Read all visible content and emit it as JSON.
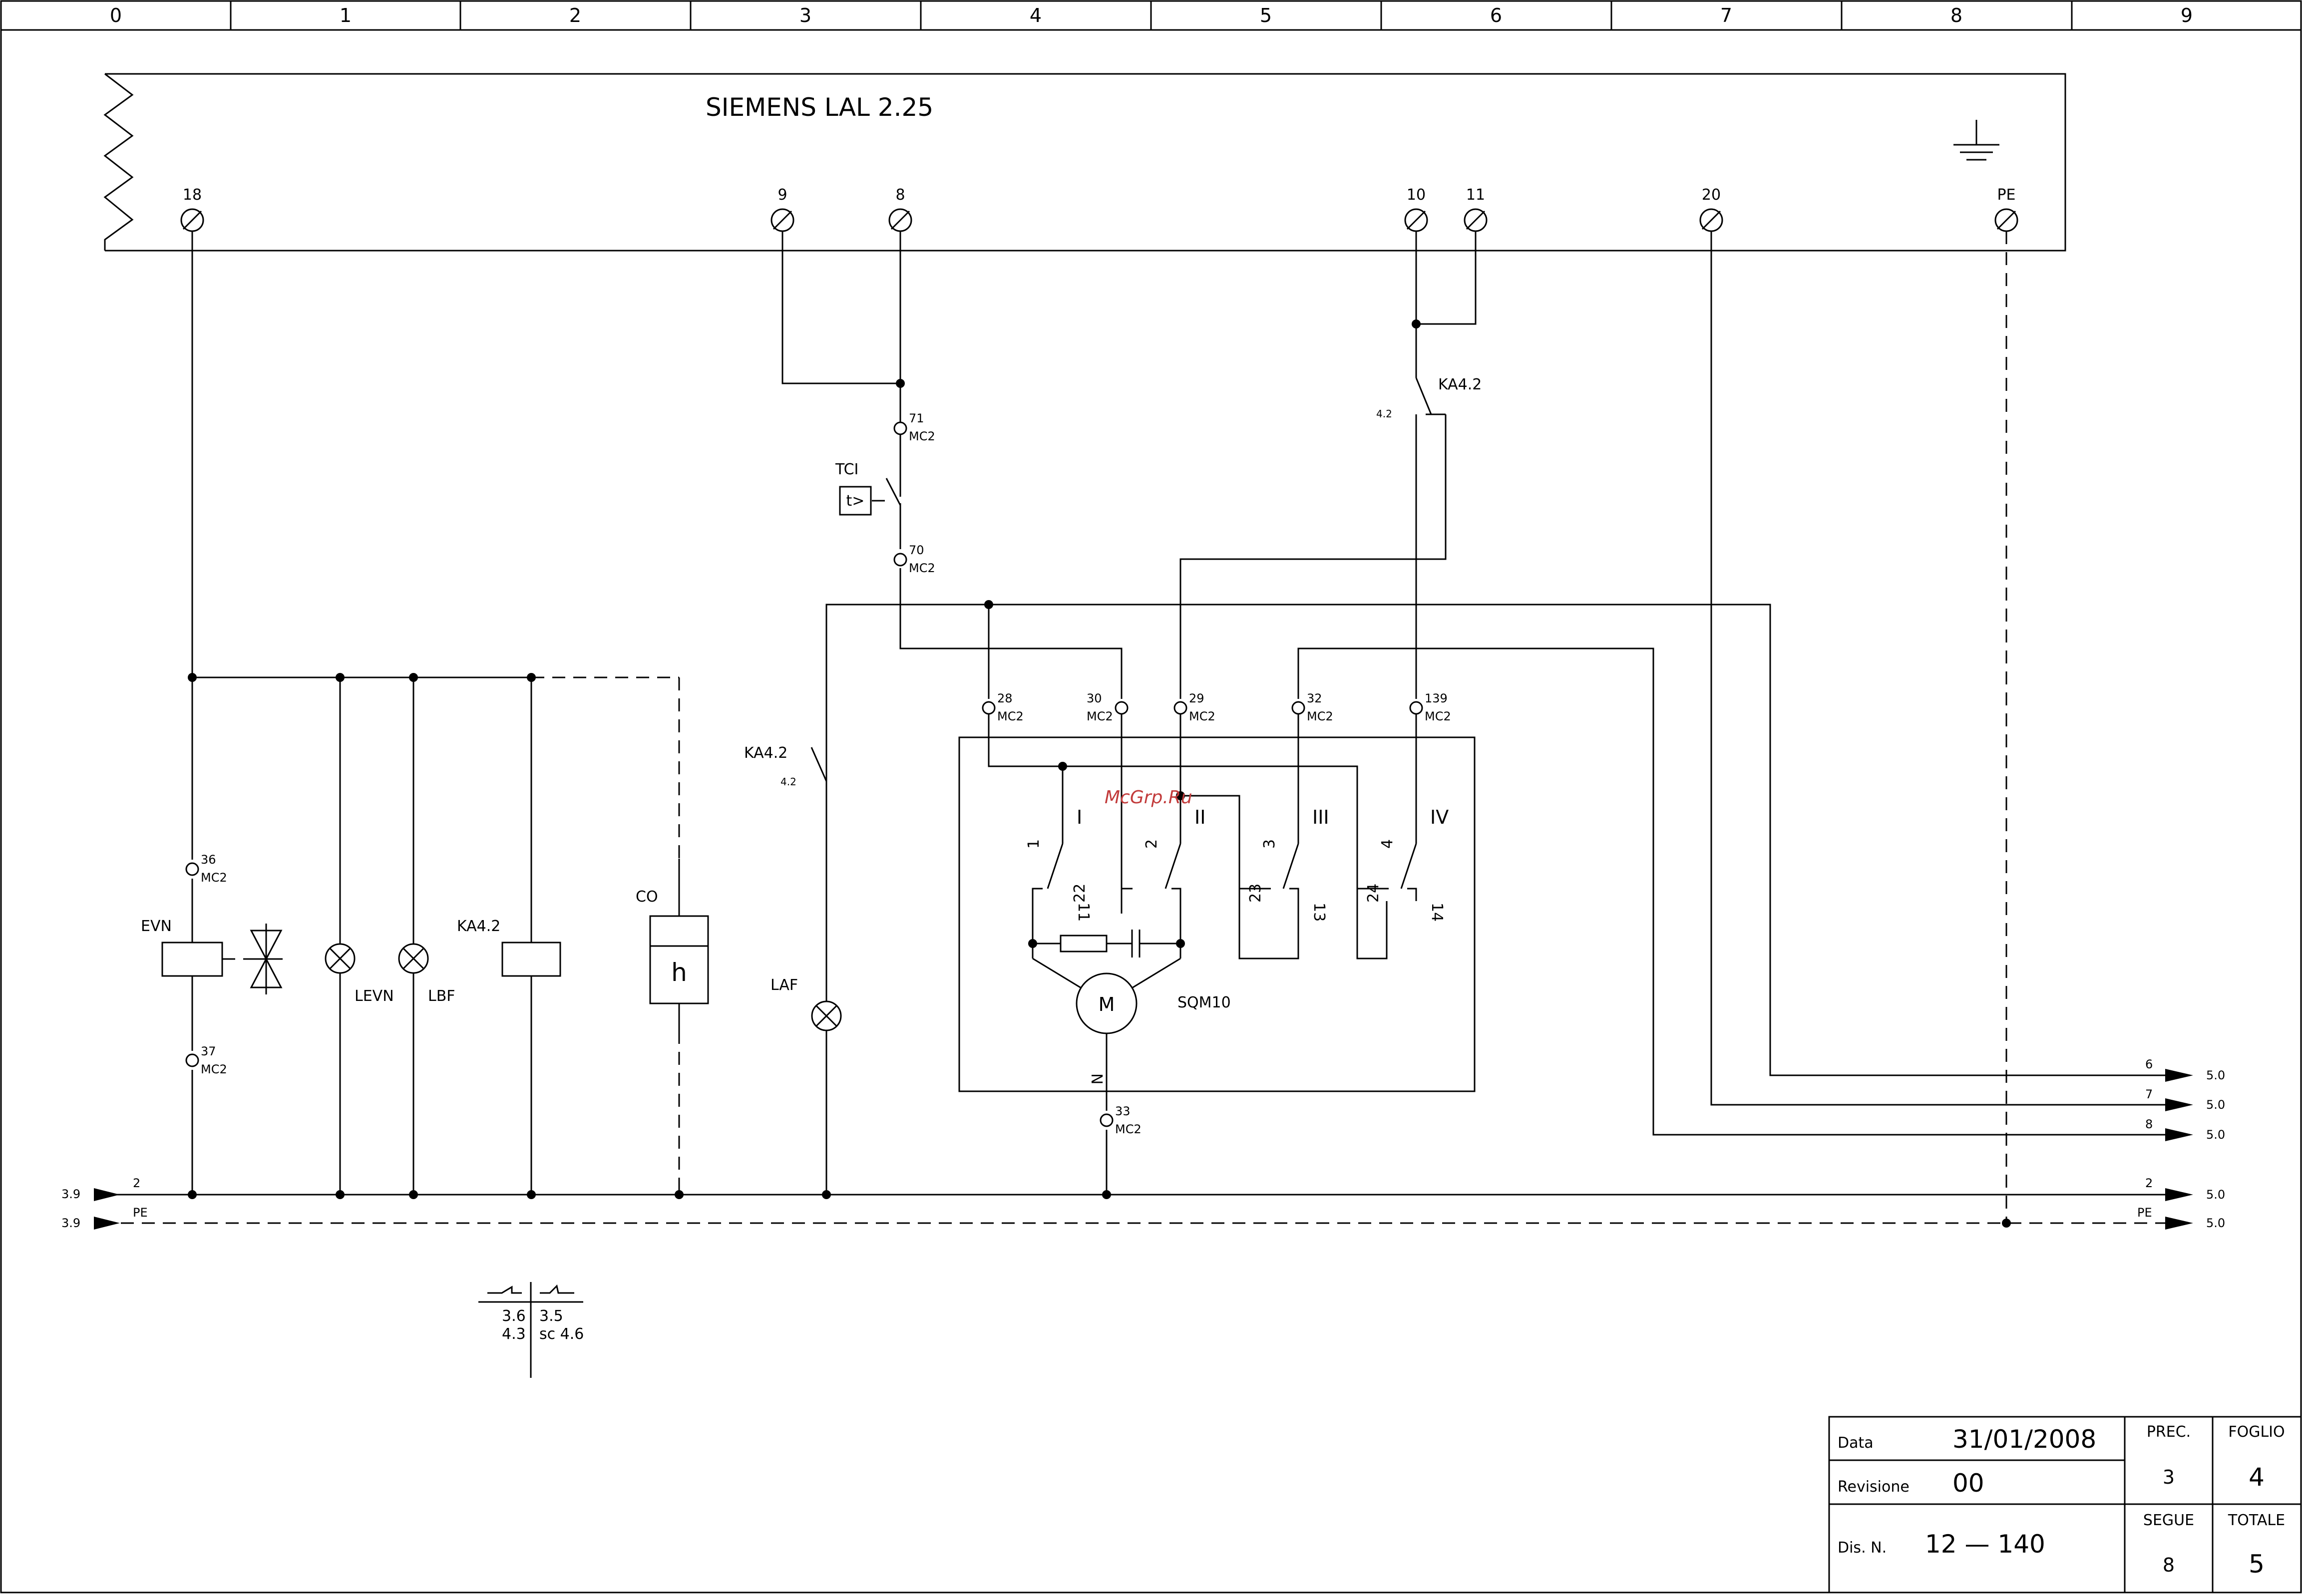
{
  "ruler": {
    "columns": [
      "0",
      "1",
      "2",
      "3",
      "4",
      "5",
      "6",
      "7",
      "8",
      "9"
    ]
  },
  "device": {
    "title": "SIEMENS LAL 2.25"
  },
  "terminals": {
    "t18": "18",
    "t9": "9",
    "t8": "8",
    "t10": "10",
    "t11": "11",
    "t20": "20",
    "tpe": "PE"
  },
  "connectors": {
    "c71": "71",
    "c70": "70",
    "c28": "28",
    "c30": "30",
    "c29": "29",
    "c32": "32",
    "c139": "139",
    "c36": "36",
    "c37": "37",
    "c33": "33",
    "mc2": "MC2"
  },
  "components": {
    "tci": "TCI",
    "tci_box": "t>",
    "ka_relay_top": "KA4.2",
    "ka_ref": "4.2",
    "ka_laf": "KA4.2",
    "laf": "LAF",
    "evn": "EVN",
    "levn": "LEVN",
    "lbf": "LBF",
    "ka_coil": "KA4.2",
    "co": "CO",
    "co_h": "h",
    "motor": "M",
    "sqm": "SQM10",
    "n": "N"
  },
  "cam": {
    "r1": "I",
    "r2": "II",
    "r3": "III",
    "r4": "IV",
    "n1": "1",
    "n2": "2",
    "n3": "3",
    "n4": "4",
    "n11": "11",
    "n22": "22",
    "n23": "23",
    "n13": "13",
    "n24": "24",
    "n14": "14"
  },
  "buses": {
    "left_ref_2": "3.9",
    "left_ref_pe": "3.9",
    "bus2": "2",
    "buspe": "PE",
    "right_2": "2",
    "right_pe": "PE",
    "right_6": "6",
    "right_7": "7",
    "right_8": "8",
    "ref": "5.0"
  },
  "xref": {
    "a1": "3.6",
    "a2": "3.5",
    "b1": "4.3",
    "b2": "sc  4.6"
  },
  "watermark": "McGrp.Ru",
  "title_block": {
    "data_label": "Data",
    "data_value": "31/01/2008",
    "rev_label": "Revisione",
    "rev_value": "00",
    "dis_label": "Dis. N.",
    "dis_value": "12  —  140",
    "prec_label": "PREC.",
    "prec_value": "3",
    "foglio_label": "FOGLIO",
    "foglio_value": "4",
    "segue_label": "SEGUE",
    "segue_value": "8",
    "totale_label": "TOTALE",
    "totale_value": "5"
  }
}
